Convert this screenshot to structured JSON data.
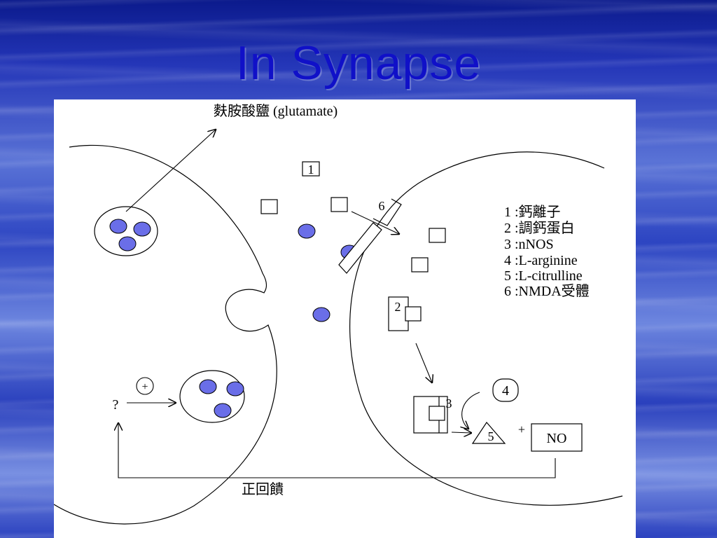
{
  "slide": {
    "title": "In Synapse"
  },
  "diagram": {
    "top_label": "麩胺酸鹽 (glutamate)",
    "legend": [
      "1 :鈣離子",
      "2 :調鈣蛋白",
      "3 :nNOS",
      "4 :L-arginine",
      "5 :L-citrulline",
      "6 :NMDA受體"
    ],
    "markers": {
      "box1": "1",
      "receptor6": "6",
      "box2": "2",
      "box3": "3",
      "circle4": "4",
      "triangle5": "5",
      "plus_sign": "+",
      "plus_circle": "+",
      "question": "?",
      "no_product": "NO"
    },
    "feedback_label": "正回饋",
    "colors": {
      "glutamate_dot": "#6a6ee8",
      "line": "#000000",
      "title": "#1010c8"
    }
  }
}
